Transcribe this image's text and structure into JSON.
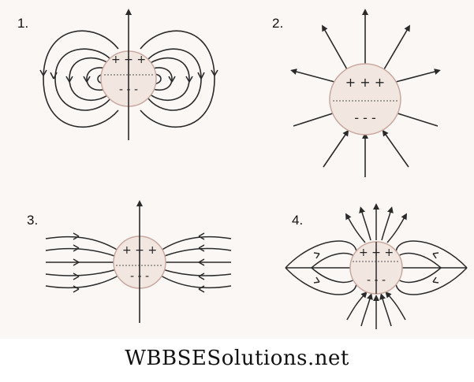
{
  "panels": [
    {
      "label": "1.",
      "charges_top": "+ + +",
      "charges_bottom": "- - -"
    },
    {
      "label": "2.",
      "charges_top": "+ + +",
      "charges_bottom": "- - -"
    },
    {
      "label": "3.",
      "charges_top": "+ + +",
      "charges_bottom": "- - -"
    },
    {
      "label": "4.",
      "charges_top": "+ + +",
      "charges_bottom": "- - -"
    }
  ],
  "watermark": "WBBSESolutions.net",
  "colors": {
    "line": "#2a2a2a",
    "sphere_fill": "#f1e6e0",
    "sphere_stroke": "#c9a9a0",
    "background": "#fbf7f5"
  }
}
